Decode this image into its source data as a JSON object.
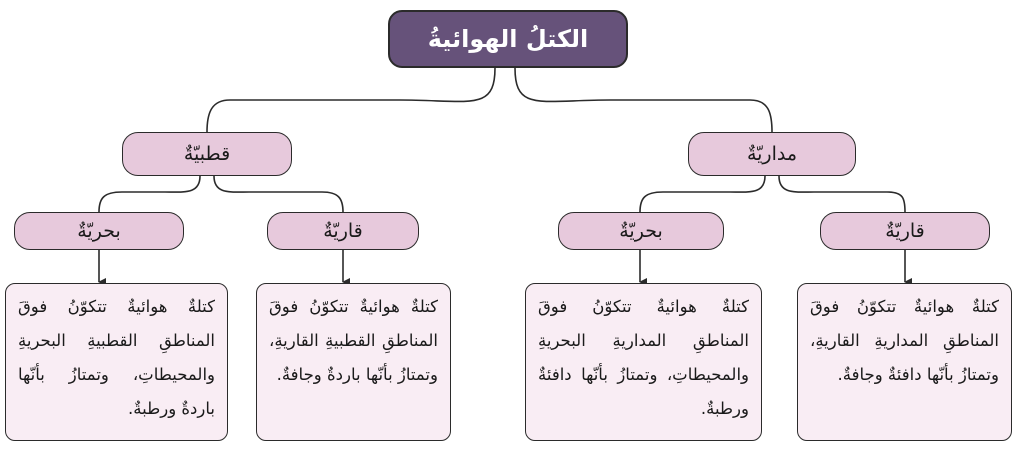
{
  "title": "الكتلُ الهوائيةُ",
  "colors": {
    "root_fill": "#66527a",
    "pill_fill": "#e7c9dc",
    "card_fill": "#f9edf4",
    "line": "#2b2b2b"
  },
  "categories": {
    "polar": {
      "label": "قطبيّةٌ",
      "continental": {
        "label": "قاريّةٌ",
        "description": "كتلةٌ هوائيةٌ تتكوّنُ فوقَ المناطقِ القطبيةِ القاريةِ، وتمتازُ بأنّها باردةٌ وجافةٌ."
      },
      "maritime": {
        "label": "بحريّةٌ",
        "description": "كتلةٌ هوائيةٌ تتكوّنُ فوقَ المناطقِ القطبيةِ البحريةِ والمحيطاتِ، وتمتازُ بأنّها باردةٌ ورطبةٌ."
      }
    },
    "tropical": {
      "label": "مداريّةٌ",
      "continental": {
        "label": "قاريّةٌ",
        "description": "كتلةٌ هوائيةٌ تتكوّنُ فوقَ المناطقِ المداريةِ القاريةِ، وتمتازُ بأنّها دافئةٌ وجافةٌ."
      },
      "maritime": {
        "label": "بحريّةٌ",
        "description": "كتلةٌ هوائيةٌ تتكوّنُ فوقَ المناطقِ المداريةِ البحريةِ والمحيطاتِ، وتمتازُ بأنّها دافئةٌ ورطبةٌ."
      }
    }
  }
}
